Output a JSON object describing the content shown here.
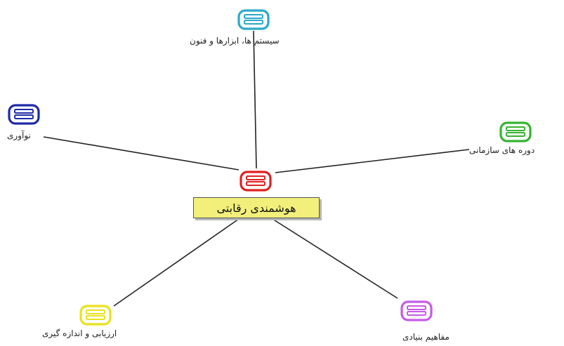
{
  "diagram": {
    "center": {
      "label": "هوشمندی رقابتی",
      "color": "#e02020"
    },
    "nodes": [
      {
        "id": "systems",
        "label": "سیستم ها، ابزارها و فنون",
        "color": "#2aa9c9",
        "icon": "topic-icon"
      },
      {
        "id": "innovation",
        "label": "نوآوری",
        "color": "#1f2aa6",
        "icon": "topic-icon"
      },
      {
        "id": "org-courses",
        "label": "دوره های سازمانی",
        "color": "#33b52e",
        "icon": "topic-icon"
      },
      {
        "id": "evaluation",
        "label": "ارزیابی و اندازه گیری",
        "color": "#e8e21c",
        "icon": "topic-icon"
      },
      {
        "id": "concepts",
        "label": "مفاهیم بنیادی",
        "color": "#c65be6",
        "icon": "topic-icon"
      }
    ]
  }
}
